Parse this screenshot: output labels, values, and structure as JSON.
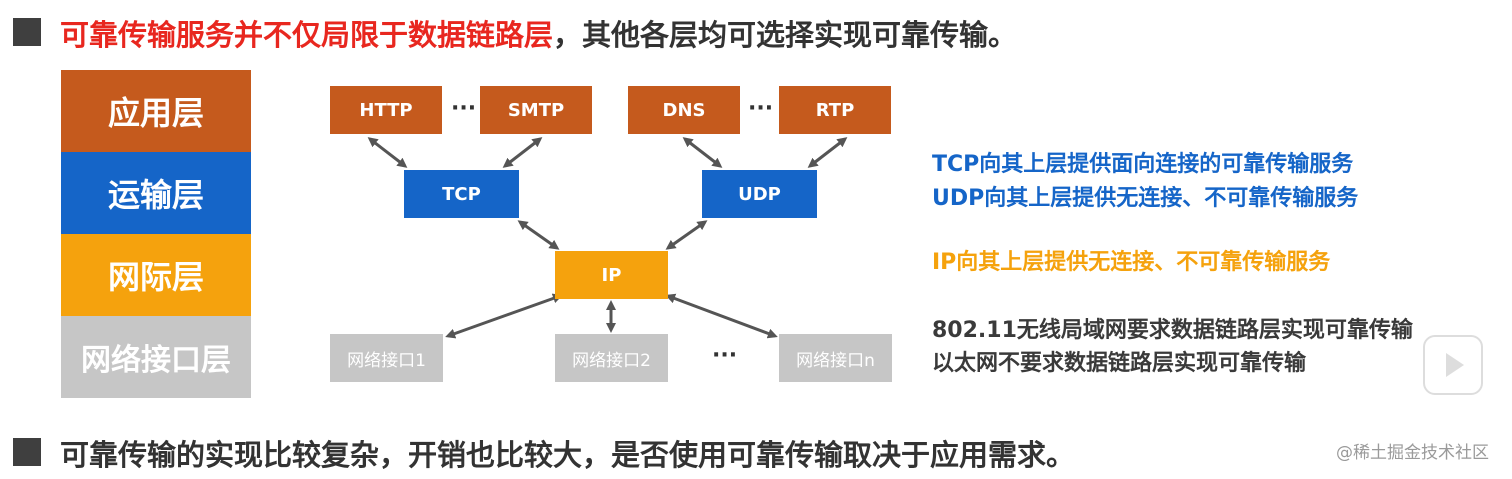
{
  "header": {
    "highlight": "可靠传输服务并不仅局限于数据链路层",
    "rest": "，其他各层均可选择实现可靠传输。"
  },
  "layers": [
    "应用层",
    "运输层",
    "网际层",
    "网络接口层"
  ],
  "diagram": {
    "app": [
      "HTTP",
      "SMTP",
      "DNS",
      "RTP"
    ],
    "transport": [
      "TCP",
      "UDP"
    ],
    "network": "IP",
    "interfaces": [
      "网络接口1",
      "网络接口2",
      "网络接口n"
    ],
    "ellipsis": "···"
  },
  "notes": {
    "tcp": "TCP向其上层提供面向连接的可靠传输服务",
    "udp": "UDP向其上层提供无连接、不可靠传输服务",
    "ip": "IP向其上层提供无连接、不可靠传输服务",
    "wifi": "802.11无线局域网要求数据链路层实现可靠传输",
    "ethernet": "以太网不要求数据链路层实现可靠传输"
  },
  "footer": "可靠传输的实现比较复杂，开销也比较大，是否使用可靠传输取决于应用需求。",
  "watermark": "@稀土掘金技术社区",
  "colors": {
    "application": "#c55a1d",
    "transport": "#1565c8",
    "network": "#f5a20d",
    "interface": "#c6c6c6",
    "highlight": "#e8271f"
  }
}
